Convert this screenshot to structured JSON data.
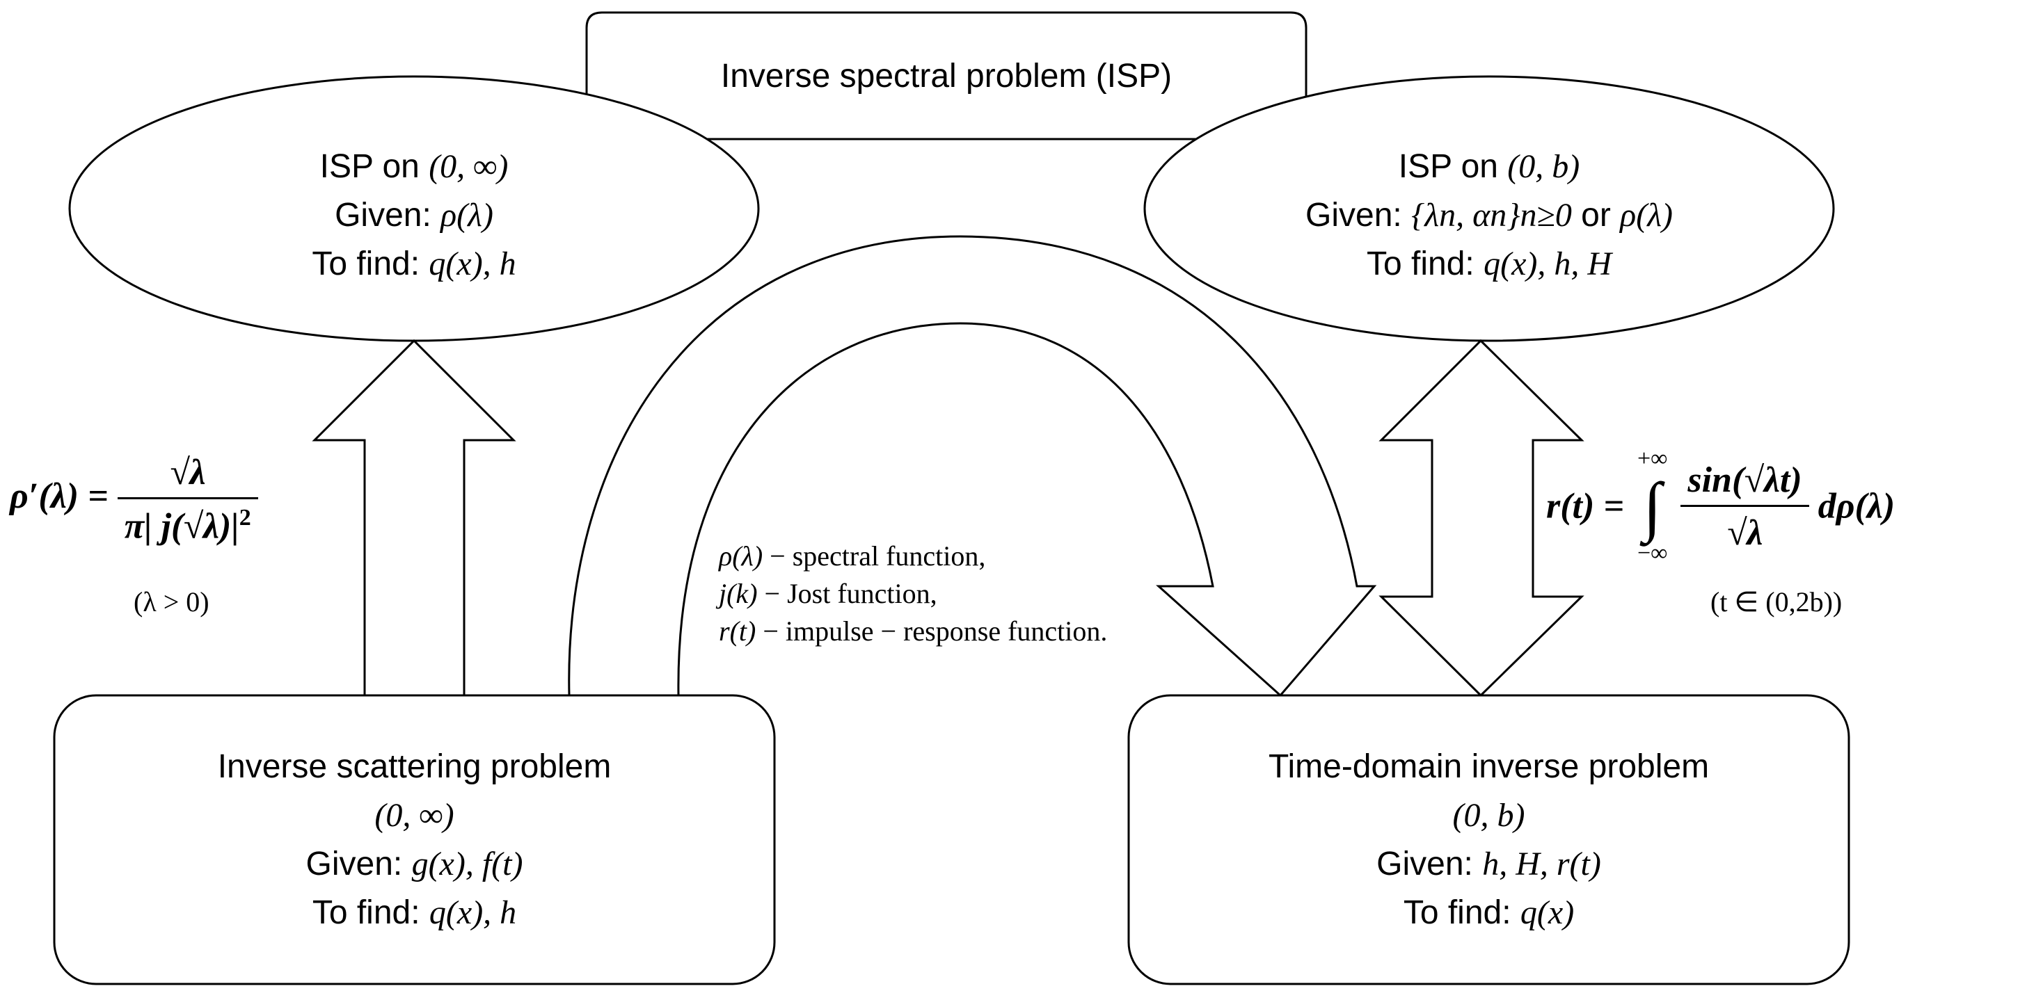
{
  "top_box": {
    "title": "Inverse spectral problem (ISP)"
  },
  "isp_half_line": {
    "line1_text": "ISP on ",
    "line1_math": "(0, ∞)",
    "line2_text": "Given: ",
    "line2_math": "ρ(λ)",
    "line3_text": "To find: ",
    "line3_math": "q(x), h"
  },
  "isp_interval": {
    "line1_text": "ISP on ",
    "line1_math": "(0, b)",
    "line2_text": "Given: ",
    "line2_math": "{λn, αn}n≥0",
    "line2_or": " or ",
    "line2_math2": "ρ(λ)",
    "line3_text": "To find: ",
    "line3_math": "q(x), h, H"
  },
  "inverse_scattering": {
    "title": "Inverse scattering problem",
    "domain": "(0, ∞)",
    "given_text": "Given: ",
    "given_math": "g(x), f(t)",
    "find_text": "To find: ",
    "find_math": "q(x), h"
  },
  "time_domain": {
    "title": "Time-domain inverse problem",
    "domain": "(0, b)",
    "given_text": "Given: ",
    "given_math": "h, H, r(t)",
    "find_text": "To find: ",
    "find_math": "q(x)"
  },
  "formula_left": {
    "lhs": "ρ′(λ) =",
    "numerator": "√λ",
    "denominator": "π| j(√λ)|",
    "exponent": "2",
    "condition": "(λ > 0)"
  },
  "formula_right": {
    "lhs": "r(t) =",
    "upper_limit": "+∞",
    "integral": "∫",
    "lower_limit": "−∞",
    "numerator": "sin(√λt)",
    "denominator": "√λ",
    "differential": "dρ(λ)",
    "condition": "(t ∈ (0,2b))"
  },
  "legend": [
    {
      "symbol": "ρ(λ)",
      "text": " − spectral function,"
    },
    {
      "symbol": "j(k)",
      "text": " − Jost function,"
    },
    {
      "symbol": "r(t)",
      "text": " − impulse − response function."
    }
  ]
}
